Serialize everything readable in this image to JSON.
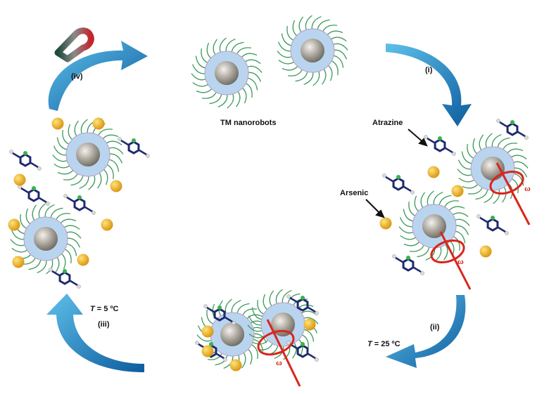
{
  "labels": {
    "nanorobots": "TM nanorobots",
    "step_i": "(i)",
    "step_ii": "(ii)",
    "step_iii": "(iii)",
    "step_iv": "(iv)",
    "atrazine": "Atrazine",
    "arsenic": "Arsenic",
    "temp_25_var": "T",
    "temp_25_val": " = 25 ºC",
    "temp_5_var": "T",
    "temp_5_val": " = 5 ºC",
    "omega": "ω"
  },
  "colors": {
    "arrow_dark": "#0d5c9e",
    "arrow_light": "#5fc0ea",
    "rotation": "#d9261c",
    "arsenic": "#f0b324",
    "polymer_shell": "#b9d4ef",
    "polymer_chain": "#3e9a5c",
    "core": "#a8a39a",
    "molecule_bond": "#1e2a6e"
  },
  "icons": {
    "magnet": "magnet-icon",
    "rotation": "rotation-arrow-icon"
  }
}
